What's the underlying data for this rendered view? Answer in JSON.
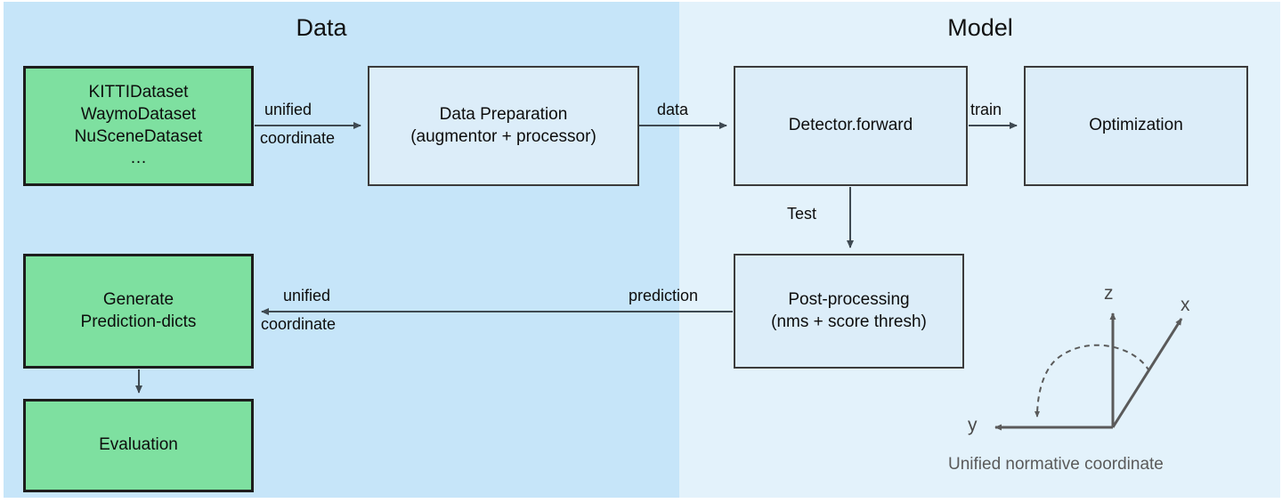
{
  "diagram": {
    "title_data": "Data",
    "title_model": "Model",
    "colors": {
      "data_panel_bg": "#c6e5f9",
      "model_panel_bg": "#e3f2fb",
      "green_node": "#7ee0a0",
      "plain_node": "#dcedf9",
      "node_border_dark": "#1d1d1d",
      "node_border_gray": "#3b3b3b",
      "arrow": "#3f4a52",
      "coord_axis": "#5a5a5a",
      "caption_text": "#5a5a5a"
    }
  },
  "nodes": {
    "datasets": "KITTIDataset\nWaymoDataset\nNuSceneDataset\n…",
    "data_preparation": "Data Preparation\n(augmentor + processor)",
    "detector_forward": "Detector.forward",
    "optimization": "Optimization",
    "post_processing": "Post-processing\n(nms + score thresh)",
    "generate_prediction_dicts": "Generate\nPrediction-dicts",
    "evaluation": "Evaluation"
  },
  "edges": {
    "unified_top_line1": "unified",
    "unified_top_line2": "coordinate",
    "data": "data",
    "train": "train",
    "test": "Test",
    "prediction": "prediction",
    "unified_bottom_line1": "unified",
    "unified_bottom_line2": "coordinate"
  },
  "coordinate_system": {
    "axis_z": "z",
    "axis_x": "x",
    "axis_y": "y",
    "caption": "Unified normative coordinate"
  }
}
